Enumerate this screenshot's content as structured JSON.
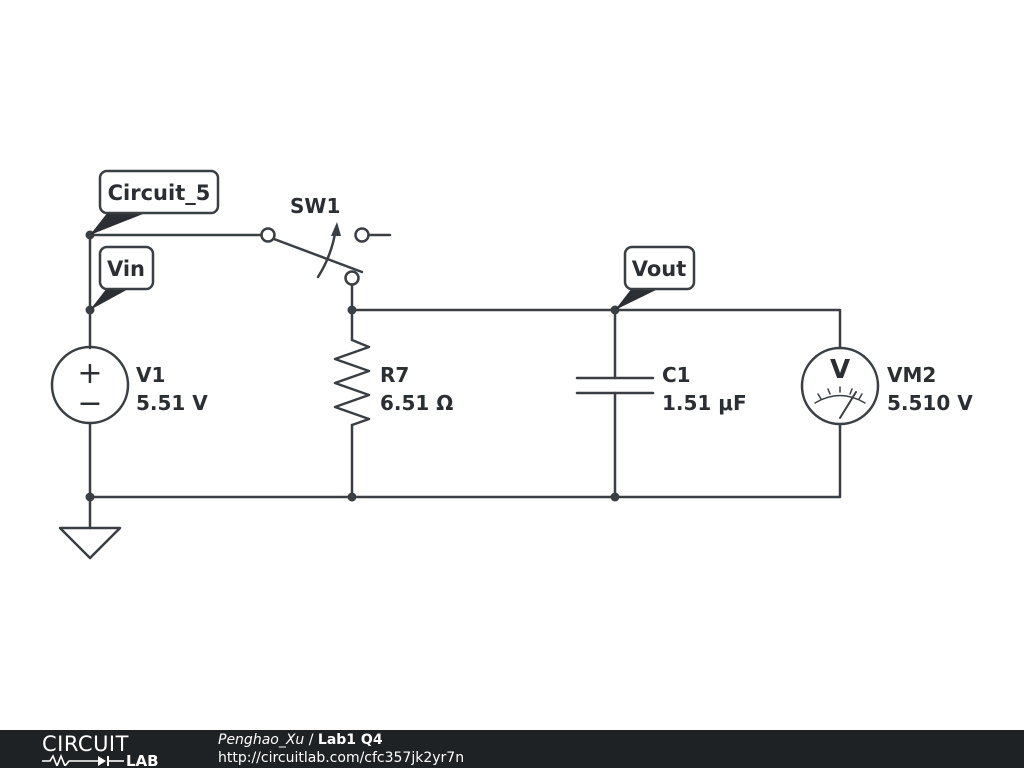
{
  "schematic": {
    "tags": {
      "circuit": "Circuit_5",
      "vin": "Vin",
      "vout": "Vout"
    },
    "components": {
      "switch": {
        "name": "SW1"
      },
      "source": {
        "name": "V1",
        "value": "5.51 V",
        "plus": "+",
        "minus": "−"
      },
      "resistor": {
        "name": "R7",
        "value": "6.51 Ω"
      },
      "capacitor": {
        "name": "C1",
        "value": "1.51 μF"
      },
      "voltmeter": {
        "name": "VM2",
        "value": "5.510 V",
        "symbol": "V"
      }
    }
  },
  "footer": {
    "logo_top": "CIRCUIT",
    "logo_bottom": "LAB",
    "author": "Penghao_Xu",
    "separator": " / ",
    "title": "Lab1 Q4",
    "url": "http://circuitlab.com/cfc357jk2yr7n"
  }
}
